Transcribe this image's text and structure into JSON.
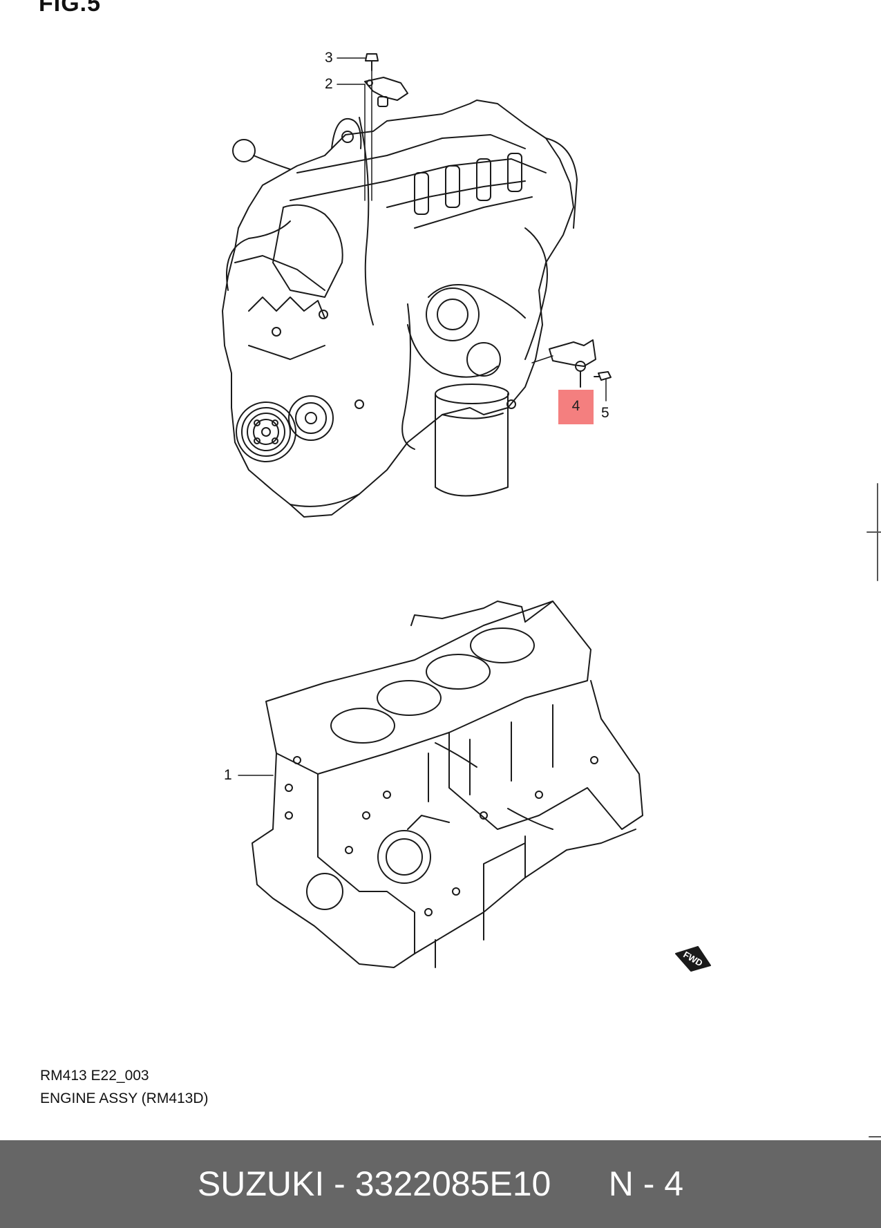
{
  "figure_label": "FIG.5",
  "callouts": {
    "c1": "1",
    "c2": "2",
    "c3": "3",
    "c4": "4",
    "c5": "5"
  },
  "highlight": {
    "number": "4",
    "color": "#f47f7f"
  },
  "fwd_label": "FWD",
  "captions": {
    "code": "RM413 E22_003",
    "title": "ENGINE ASSY (RM413D)"
  },
  "footer": {
    "brand": "SUZUKI",
    "separator": " - ",
    "part_number": "3322085E10",
    "position_code": "N - 4",
    "background": "#666666"
  }
}
